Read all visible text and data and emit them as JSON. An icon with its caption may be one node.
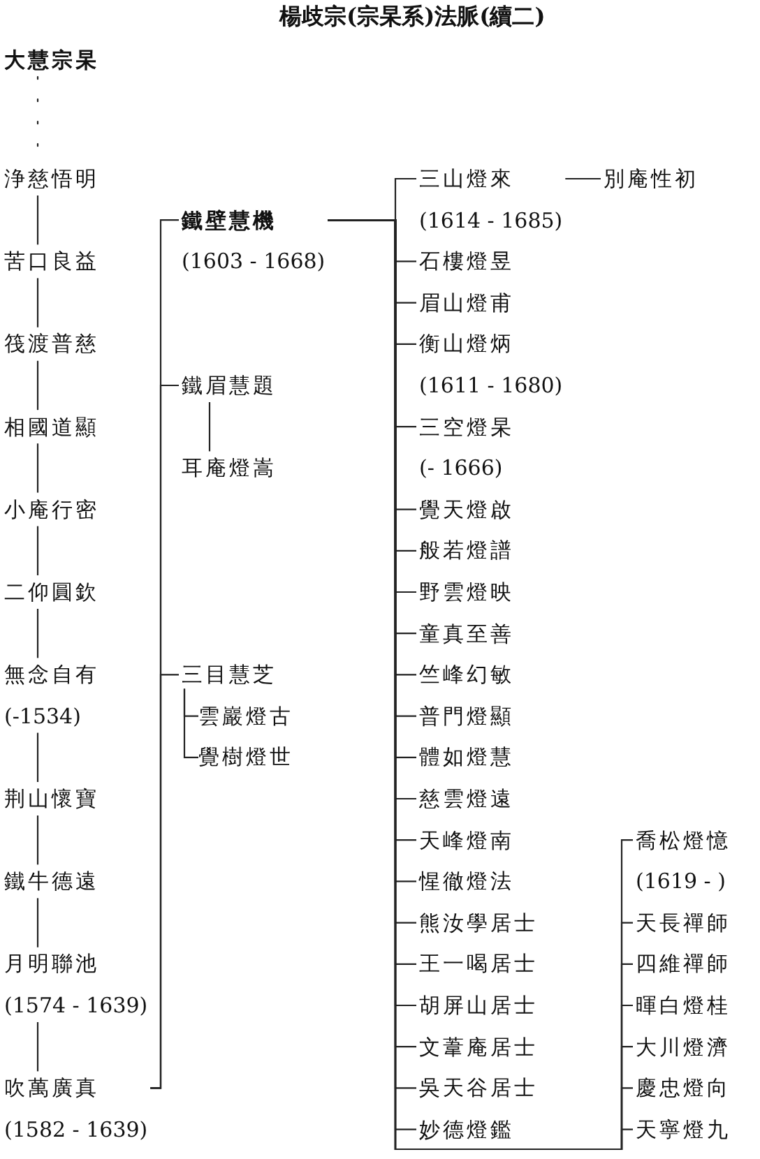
{
  "diagram": {
    "title": "楊歧宗(宗杲系)法脈(續二)",
    "nodes": [
      {
        "text": [
          "大慧宗杲"
        ]
      },
      {
        "text": [
          "浄慈悟明"
        ]
      },
      {
        "text": [
          "苦口良益"
        ]
      },
      {
        "text": [
          "筏渡普慈"
        ]
      },
      {
        "text": [
          "相國道顯"
        ]
      },
      {
        "text": [
          "小庵行密"
        ]
      },
      {
        "text": [
          "二仰圓欽"
        ]
      },
      {
        "text": [
          "無念自有",
          "(-1534)"
        ]
      },
      {
        "text": [
          "荆山懷寶"
        ]
      },
      {
        "text": [
          "鐵牛德遠"
        ]
      },
      {
        "text": [
          "月明聯池",
          "(1574 - 1639)"
        ]
      },
      {
        "text": [
          "吹萬廣真",
          "(1582 - 1639)"
        ]
      },
      {
        "text": [
          "鐵壁慧機",
          "(1603 - 1668)"
        ]
      },
      {
        "text": [
          "鐵眉慧題"
        ]
      },
      {
        "text": [
          "耳庵燈嵩"
        ]
      },
      {
        "text": [
          "三目慧芝"
        ]
      },
      {
        "text": [
          "雲巖燈古"
        ]
      },
      {
        "text": [
          "覺樹燈世"
        ]
      },
      {
        "text": [
          "三山燈來",
          "(1614 - 1685)"
        ]
      },
      {
        "text": [
          "別庵性初"
        ]
      },
      {
        "text": [
          "石樓燈昱"
        ]
      },
      {
        "text": [
          "眉山燈甫"
        ]
      },
      {
        "text": [
          "衡山燈炳",
          "(1611 - 1680)"
        ]
      },
      {
        "text": [
          "三空燈杲",
          "(- 1666)"
        ]
      },
      {
        "text": [
          "覺天燈啟"
        ]
      },
      {
        "text": [
          "般若燈譜"
        ]
      },
      {
        "text": [
          "野雲燈映"
        ]
      },
      {
        "text": [
          "童真至善"
        ]
      },
      {
        "text": [
          "竺峰幻敏"
        ]
      },
      {
        "text": [
          "普門燈顯"
        ]
      },
      {
        "text": [
          "體如燈慧"
        ]
      },
      {
        "text": [
          "慈雲燈遠"
        ]
      },
      {
        "text": [
          "天峰燈南"
        ]
      },
      {
        "text": [
          "惺徹燈法"
        ]
      },
      {
        "text": [
          "熊汝學居士"
        ]
      },
      {
        "text": [
          "王一喝居士"
        ]
      },
      {
        "text": [
          "胡屏山居士"
        ]
      },
      {
        "text": [
          "文葦庵居士"
        ]
      },
      {
        "text": [
          "吳天谷居士"
        ]
      },
      {
        "text": [
          "妙德燈鑑"
        ]
      },
      {
        "text": [
          "喬松燈憶",
          "(1619 - )"
        ]
      },
      {
        "text": [
          "天長禪師"
        ]
      },
      {
        "text": [
          "四維禪師"
        ]
      },
      {
        "text": [
          "暉白燈桂"
        ]
      },
      {
        "text": [
          "大川燈濟"
        ]
      },
      {
        "text": [
          "慶忠燈向"
        ]
      },
      {
        "text": [
          "天寧燈九"
        ]
      }
    ],
    "edges": [
      {
        "from": 0,
        "to": 1,
        "arrow": "none",
        "style": "dashed"
      },
      {
        "from": 1,
        "to": 2,
        "arrow": "none"
      },
      {
        "from": 2,
        "to": 3,
        "arrow": "none"
      },
      {
        "from": 3,
        "to": 4,
        "arrow": "none"
      },
      {
        "from": 4,
        "to": 5,
        "arrow": "none"
      },
      {
        "from": 5,
        "to": 6,
        "arrow": "none"
      },
      {
        "from": 6,
        "to": 7,
        "arrow": "none"
      },
      {
        "from": 7,
        "to": 8,
        "arrow": "none"
      },
      {
        "from": 8,
        "to": 9,
        "arrow": "none"
      },
      {
        "from": 9,
        "to": 10,
        "arrow": "none"
      },
      {
        "from": 10,
        "to": 11,
        "arrow": "none"
      },
      {
        "from": 11,
        "to": 12,
        "arrow": "none"
      },
      {
        "from": 11,
        "to": 13,
        "arrow": "none"
      },
      {
        "from": 11,
        "to": 15,
        "arrow": "none"
      },
      {
        "from": 13,
        "to": 14,
        "arrow": "none"
      },
      {
        "from": 15,
        "to": 16,
        "arrow": "none"
      },
      {
        "from": 15,
        "to": 17,
        "arrow": "none"
      },
      {
        "from": 12,
        "to": 18,
        "arrow": "none"
      },
      {
        "from": 18,
        "to": 19,
        "arrow": "none"
      },
      {
        "from": 12,
        "to": 20,
        "arrow": "none"
      },
      {
        "from": 12,
        "to": 21,
        "arrow": "none"
      },
      {
        "from": 12,
        "to": 22,
        "arrow": "none"
      },
      {
        "from": 12,
        "to": 23,
        "arrow": "none"
      },
      {
        "from": 12,
        "to": 24,
        "arrow": "none"
      },
      {
        "from": 12,
        "to": 25,
        "arrow": "none"
      },
      {
        "from": 12,
        "to": 26,
        "arrow": "none"
      },
      {
        "from": 12,
        "to": 27,
        "arrow": "none"
      },
      {
        "from": 12,
        "to": 28,
        "arrow": "none"
      },
      {
        "from": 12,
        "to": 29,
        "arrow": "none"
      },
      {
        "from": 12,
        "to": 30,
        "arrow": "none"
      },
      {
        "from": 12,
        "to": 31,
        "arrow": "none"
      },
      {
        "from": 12,
        "to": 32,
        "arrow": "none"
      },
      {
        "from": 12,
        "to": 33,
        "arrow": "none"
      },
      {
        "from": 12,
        "to": 34,
        "arrow": "none"
      },
      {
        "from": 12,
        "to": 35,
        "arrow": "none"
      },
      {
        "from": 12,
        "to": 36,
        "arrow": "none"
      },
      {
        "from": 12,
        "to": 37,
        "arrow": "none"
      },
      {
        "from": 12,
        "to": 38,
        "arrow": "none"
      },
      {
        "from": 12,
        "to": 39,
        "arrow": "none"
      },
      {
        "from": 12,
        "to": 40,
        "arrow": "none"
      },
      {
        "from": 12,
        "to": 41,
        "arrow": "none"
      },
      {
        "from": 12,
        "to": 42,
        "arrow": "none"
      },
      {
        "from": 12,
        "to": 43,
        "arrow": "none"
      },
      {
        "from": 12,
        "to": 44,
        "arrow": "none"
      },
      {
        "from": 12,
        "to": 45,
        "arrow": "none"
      },
      {
        "from": 12,
        "to": 46,
        "arrow": "none"
      }
    ]
  }
}
